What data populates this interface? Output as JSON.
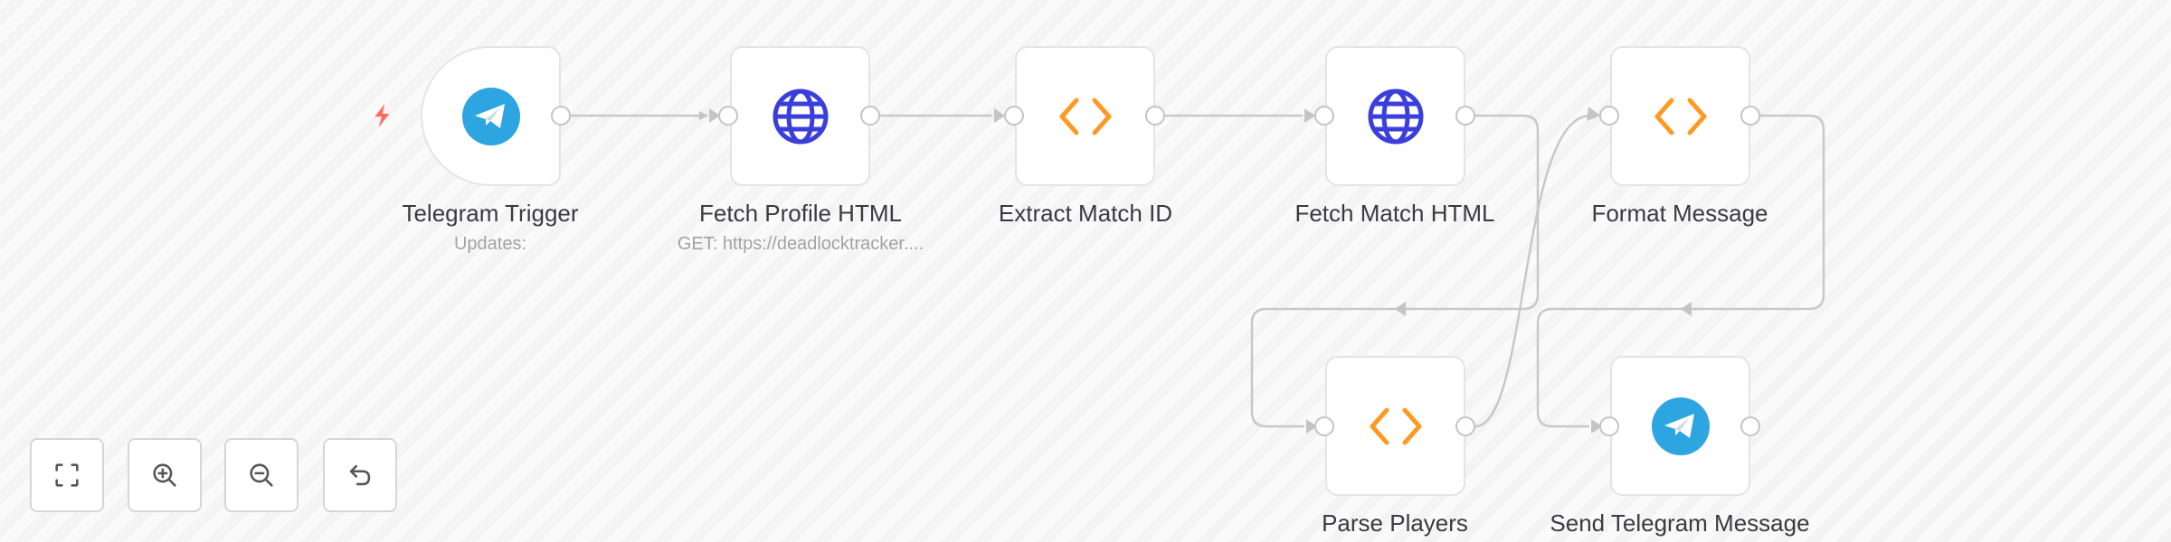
{
  "canvas": {
    "colors": {
      "edge": "#c8c8c8",
      "handle_border": "#c4c4c4",
      "node_border": "#e4e4e4",
      "telegram_blue": "#2ca5e0",
      "http_globe": "#3a3fdc",
      "code_orange": "#ff9922",
      "trigger_bolt": "#ff6d5a"
    }
  },
  "nodes": [
    {
      "id": "telegram-trigger",
      "label": "Telegram Trigger",
      "subtitle": "Updates:",
      "icon": "telegram-icon",
      "type": "trigger"
    },
    {
      "id": "fetch-profile-html",
      "label": "Fetch Profile HTML",
      "subtitle": "GET: https://deadlocktracker....",
      "icon": "globe-icon",
      "type": "http"
    },
    {
      "id": "extract-match-id",
      "label": "Extract Match ID",
      "subtitle": "",
      "icon": "code-icon",
      "type": "code"
    },
    {
      "id": "fetch-match-html",
      "label": "Fetch Match HTML",
      "subtitle": "",
      "icon": "globe-icon",
      "type": "http"
    },
    {
      "id": "format-message",
      "label": "Format Message",
      "subtitle": "",
      "icon": "code-icon",
      "type": "code"
    },
    {
      "id": "parse-players",
      "label": "Parse Players",
      "subtitle": "",
      "icon": "code-icon",
      "type": "code"
    },
    {
      "id": "send-telegram-message",
      "label": "Send Telegram Message",
      "subtitle": "",
      "icon": "telegram-icon",
      "type": "telegram"
    }
  ],
  "connections": [
    {
      "from": "Telegram Trigger",
      "to": "Fetch Profile HTML"
    },
    {
      "from": "Fetch Profile HTML",
      "to": "Extract Match ID"
    },
    {
      "from": "Extract Match ID",
      "to": "Fetch Match HTML"
    },
    {
      "from": "Fetch Match HTML",
      "to": "Parse Players"
    },
    {
      "from": "Parse Players",
      "to": "Format Message"
    },
    {
      "from": "Format Message",
      "to": "Send Telegram Message"
    }
  ],
  "controls": [
    {
      "name": "fit-view-button",
      "icon": "fit-view-icon"
    },
    {
      "name": "zoom-in-button",
      "icon": "zoom-in-icon"
    },
    {
      "name": "zoom-out-button",
      "icon": "zoom-out-icon"
    },
    {
      "name": "reset-zoom-button",
      "icon": "undo-icon"
    }
  ]
}
